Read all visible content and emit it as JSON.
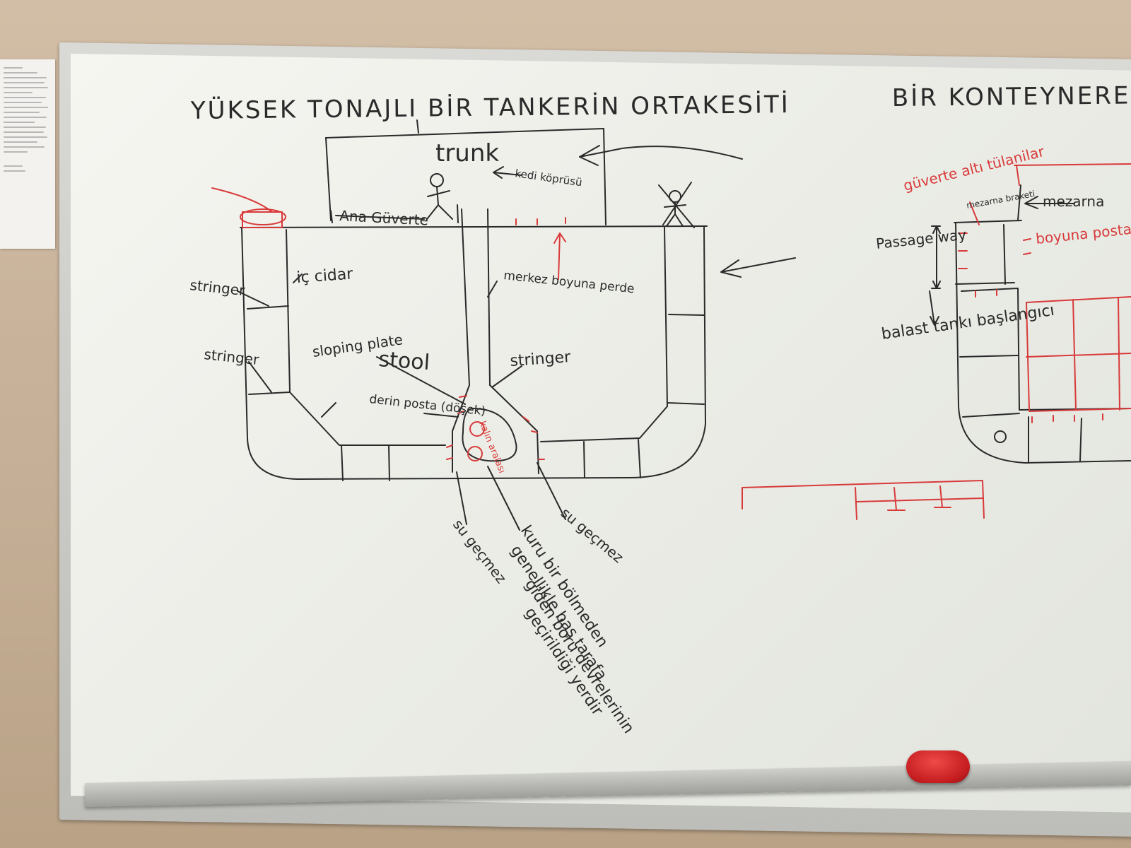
{
  "board": {
    "title_left": "YÜKSEK TONAJLI BİR TANKERİN ORTAKESİTİ",
    "title_right": "BİR KONTEYNERE Aİ"
  },
  "tanker_labels": {
    "trunk": "trunk",
    "kedi_koprusu": "kedi köprüsü",
    "ana_guverte": "Ana Güverte",
    "stringer_top": "stringer",
    "ic_cidar": "iç cidar",
    "stringer_mid": "stringer",
    "sloping_plate": "sloping plate",
    "stool": "stool",
    "merkez_boyuna_perde": "merkez boyuna perde",
    "stringer_center": "stringer",
    "derin_posta": "derin posta (döşek)",
    "kalin_aralasi": "kalın aralası",
    "su_gecmez_left": "su geçmez",
    "su_gecmez_right": "su geçmez",
    "kuru_bir_bolmeden": "kuru bir bölmeden",
    "genellikle_bas_tarafa": "genellikle baş tarafa",
    "giden_boru_devrelerinin": "giden boru devrelerinin",
    "gecirildigi_yerdir": "geçirildiği yerdir"
  },
  "container_labels": {
    "guverte_alti_tulanilar": "güverte altı tülanilar",
    "mezarna_braketi": "mezarna braketi",
    "mezarna": "mezarna",
    "passage_way": "Passage way",
    "boyuna_posta": "boyuna posta",
    "balast_tanki_baslangici": "balast tankı başlangıcı"
  },
  "colors": {
    "black_marker": "#2a2a2a",
    "red_marker": "#d83a3a",
    "board": "#eeefe9",
    "wall": "#c9b49c",
    "eraser": "#c41c1f"
  }
}
